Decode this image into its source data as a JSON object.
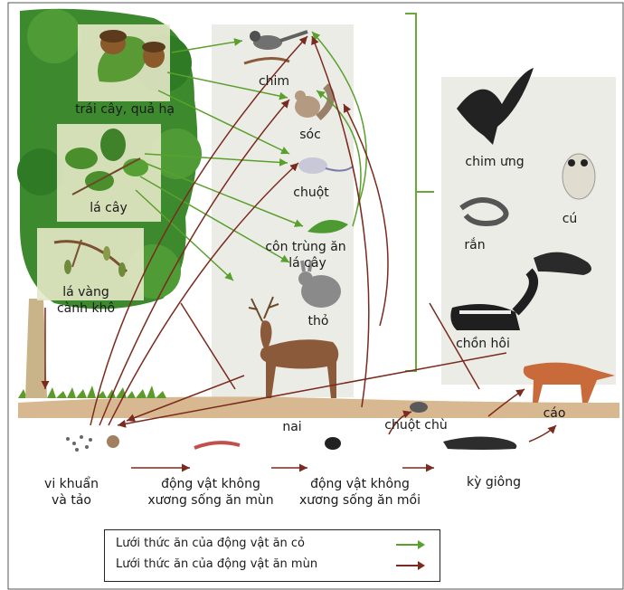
{
  "labels": {
    "fruit_nut": "trái cây, quả hạ",
    "leaves": "lá cây",
    "dead_leaves_line1": "lá vàng",
    "dead_leaves_line2": "cành khô",
    "bird": "chim",
    "squirrel": "sóc",
    "mouse": "chuột",
    "insect_line1": "côn trùng ăn",
    "insect_line2": "lá cây",
    "rabbit": "thỏ",
    "deer": "nai",
    "eagle": "chim ưng",
    "owl": "cú",
    "snake": "rắn",
    "skunk": "chồn hôi",
    "shrew": "chuột chù",
    "fox": "cáo",
    "bacteria_line1": "vi khuẩn",
    "bacteria_line2": "và tảo",
    "detritivore_line1": "động vật không",
    "detritivore_line2": "xương sống ăn mùn",
    "predator_inv_line1": "động vật không",
    "predator_inv_line2": "xương sống ăn mồi",
    "salamander": "kỳ giông"
  },
  "legend": {
    "herbivore": "Lưới thức ăn của động vật ăn cỏ",
    "detritus": "Lưới thức ăn của động vật ăn mùn"
  },
  "colors": {
    "herbivore_arrow": "#5aa02c",
    "detritus_arrow": "#7a2a1e",
    "panel": "#ecece6",
    "tree": "#3d8a2e",
    "ground": "#d8b890"
  }
}
